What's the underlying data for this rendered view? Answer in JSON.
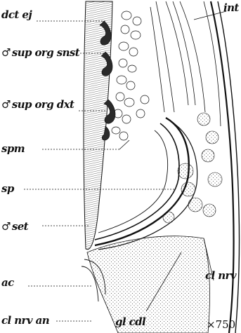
{
  "colors": {
    "ink": "#111111",
    "dark_fill": "#2a2a2a",
    "paper": "#ffffff"
  },
  "labels": {
    "dct_ej": "dct ej",
    "int": "int",
    "sup_org_snst": "sup org snst",
    "sup_org_dxt": "sup org dxt",
    "spm": "spm",
    "sp": "sp",
    "set": "set",
    "ac": "ac",
    "cl_nrv": "cl nrv",
    "cl_nrv_an": "cl nrv an",
    "gl_cdl": "gl cdl",
    "male_symbol": "♂"
  },
  "magnification": "×750"
}
